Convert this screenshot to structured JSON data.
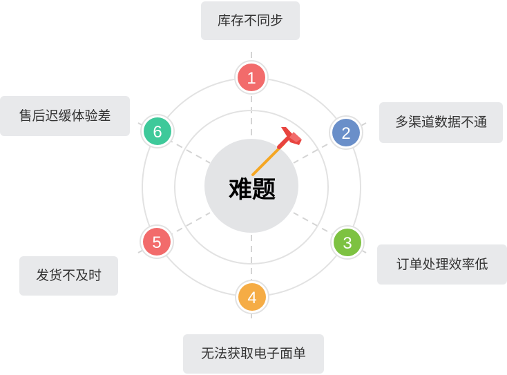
{
  "center": {
    "label": "难题"
  },
  "nodes": [
    {
      "number": "1",
      "label": "库存不同步",
      "color": "#f26b6b"
    },
    {
      "number": "2",
      "label": "多渠道数据不通",
      "color": "#6a8fc9"
    },
    {
      "number": "3",
      "label": "订单处理效率低",
      "color": "#7dc241"
    },
    {
      "number": "4",
      "label": "无法获取电子面单",
      "color": "#f5ac45"
    },
    {
      "number": "5",
      "label": "发货不及时",
      "color": "#f26b6b"
    },
    {
      "number": "6",
      "label": "售后迟缓体验差",
      "color": "#3ec99a"
    }
  ],
  "icons": {
    "center": "dart-icon"
  }
}
